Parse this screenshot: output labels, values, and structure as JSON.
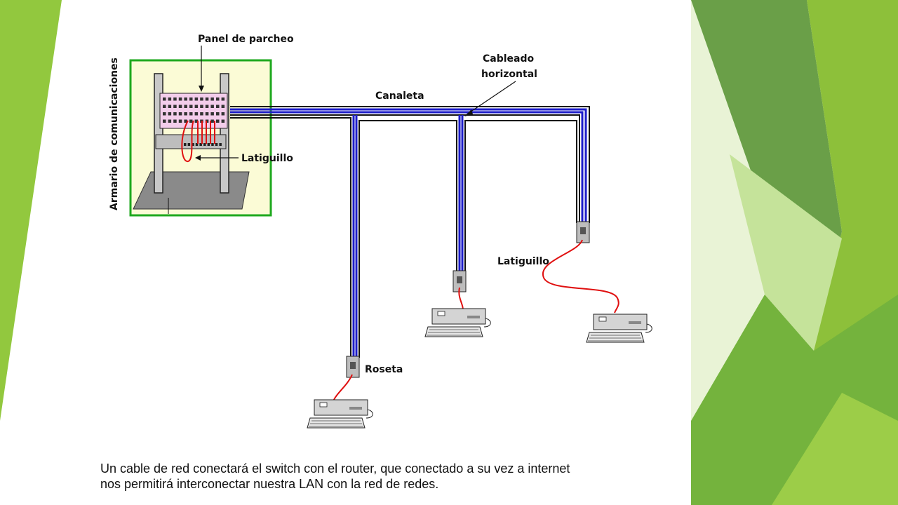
{
  "diagram": {
    "labels": {
      "panel": "Panel de parcheo",
      "rack": "Armario de comunicaciones",
      "patch_cord_rack": "Latiguillo",
      "duct": "Canaleta",
      "horizontal_cabling_line1": "Cableado",
      "horizontal_cabling_line2": "horizontal",
      "patch_cord_station": "Latiguillo",
      "outlet": "Roseta"
    },
    "colors": {
      "cable_blue": "#1c1cc8",
      "patch_red": "#e01010",
      "rack_box_border": "#1ea81e",
      "rack_box_fill": "#fbfbd6",
      "slide_green_light": "#92c83e",
      "slide_green_dark": "#5e9e3a"
    }
  },
  "caption": {
    "line1": "Un cable de red conectará el switch con el router, que conectado a su vez a internet",
    "line2": "nos permitirá interconectar nuestra LAN con la red de redes."
  }
}
